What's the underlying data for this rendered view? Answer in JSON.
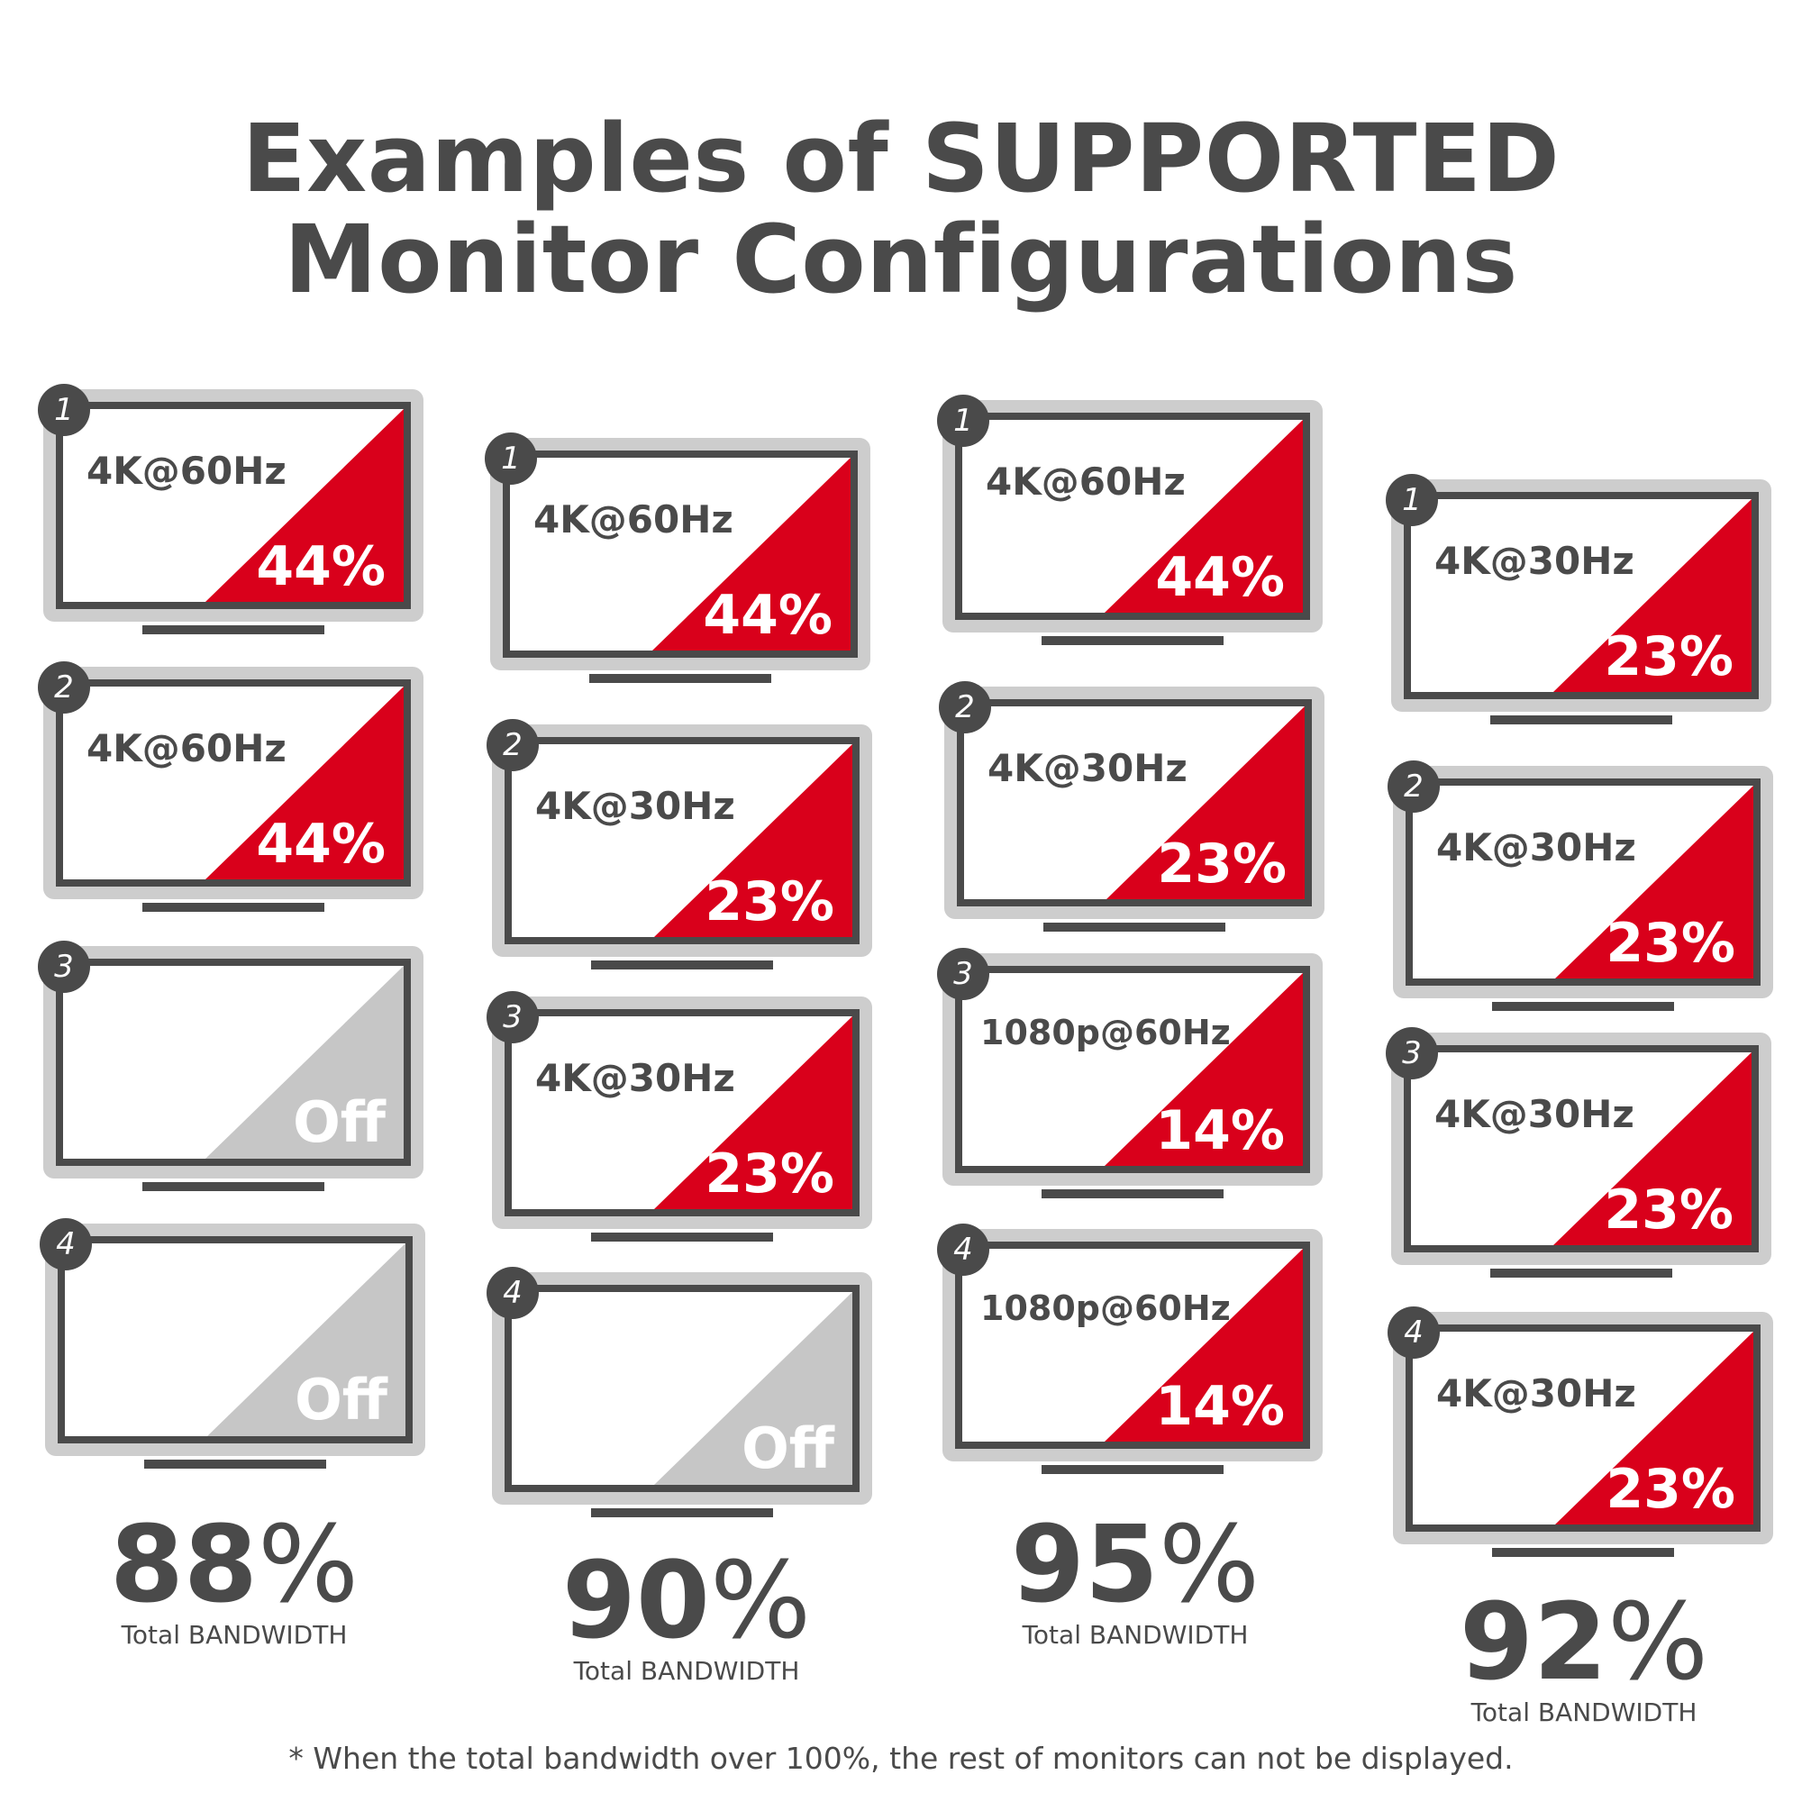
{
  "title": {
    "line1": "Examples of SUPPORTED",
    "line2": "Monitor Configurations"
  },
  "colors": {
    "active": "#d9001b",
    "off": "#c6c6c6",
    "frame": "#4a4a4a",
    "bezel": "#cdcdcd"
  },
  "configs": [
    {
      "monitors": [
        {
          "num": "1",
          "res": "4K@60Hz",
          "pct": "44%",
          "state": "on"
        },
        {
          "num": "2",
          "res": "4K@60Hz",
          "pct": "44%",
          "state": "on"
        },
        {
          "num": "3",
          "res": "",
          "pct": "Off",
          "state": "off"
        },
        {
          "num": "4",
          "res": "",
          "pct": "Off",
          "state": "off"
        }
      ],
      "total": "88",
      "total_label": "Total BANDWIDTH"
    },
    {
      "monitors": [
        {
          "num": "1",
          "res": "4K@60Hz",
          "pct": "44%",
          "state": "on"
        },
        {
          "num": "2",
          "res": "4K@30Hz",
          "pct": "23%",
          "state": "on"
        },
        {
          "num": "3",
          "res": "4K@30Hz",
          "pct": "23%",
          "state": "on"
        },
        {
          "num": "4",
          "res": "",
          "pct": "Off",
          "state": "off"
        }
      ],
      "total": "90",
      "total_label": "Total BANDWIDTH"
    },
    {
      "monitors": [
        {
          "num": "1",
          "res": "4K@60Hz",
          "pct": "44%",
          "state": "on"
        },
        {
          "num": "2",
          "res": "4K@30Hz",
          "pct": "23%",
          "state": "on"
        },
        {
          "num": "3",
          "res": "1080p@60Hz",
          "pct": "14%",
          "state": "on"
        },
        {
          "num": "4",
          "res": "1080p@60Hz",
          "pct": "14%",
          "state": "on"
        }
      ],
      "total": "95",
      "total_label": "Total BANDWIDTH"
    },
    {
      "monitors": [
        {
          "num": "1",
          "res": "4K@30Hz",
          "pct": "23%",
          "state": "on"
        },
        {
          "num": "2",
          "res": "4K@30Hz",
          "pct": "23%",
          "state": "on"
        },
        {
          "num": "3",
          "res": "4K@30Hz",
          "pct": "23%",
          "state": "on"
        },
        {
          "num": "4",
          "res": "4K@30Hz",
          "pct": "23%",
          "state": "on"
        }
      ],
      "total": "92",
      "total_label": "Total BANDWIDTH"
    }
  ],
  "percent_sign": "%",
  "footnote": "* When the total bandwidth over 100%, the rest of monitors can not be displayed."
}
